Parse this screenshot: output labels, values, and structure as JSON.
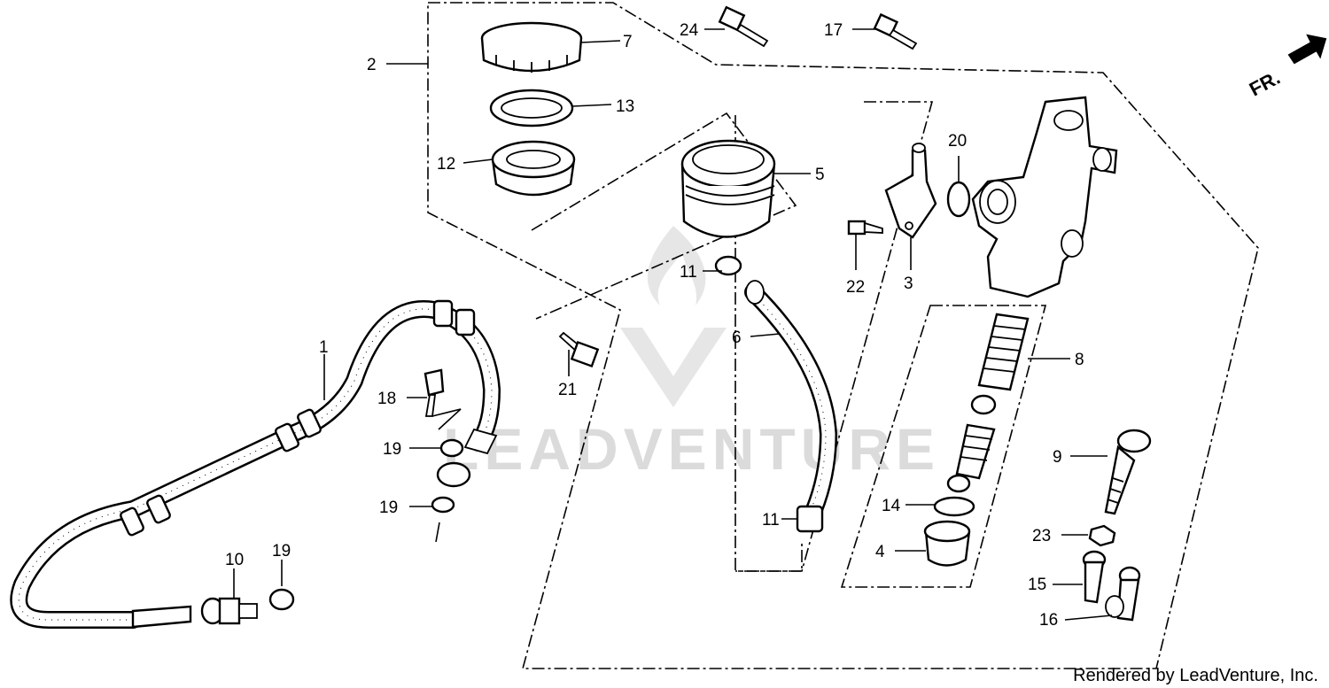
{
  "watermark": {
    "text": "LEADVENTURE"
  },
  "credit": "Rendered by LeadVenture, Inc.",
  "direction_label": "FR.",
  "callouts": {
    "c1": "1",
    "c2": "2",
    "c3": "3",
    "c4": "4",
    "c5": "5",
    "c6": "6",
    "c7": "7",
    "c8": "8",
    "c9": "9",
    "c10": "10",
    "c11a": "11",
    "c11b": "11",
    "c12": "12",
    "c13": "13",
    "c14": "14",
    "c15": "15",
    "c16": "16",
    "c17": "17",
    "c18": "18",
    "c19a": "19",
    "c19b": "19",
    "c19c": "19",
    "c20": "20",
    "c21": "21",
    "c22": "22",
    "c23": "23",
    "c24": "24"
  },
  "colors": {
    "line": "#000000",
    "background": "#ffffff",
    "watermark": "#d8d8d8"
  }
}
